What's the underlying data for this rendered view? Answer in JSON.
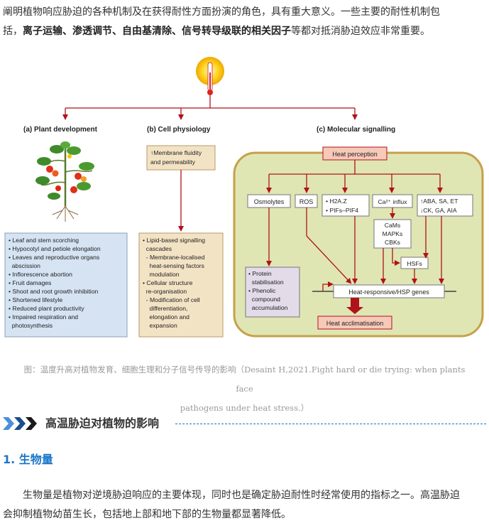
{
  "intro": {
    "line1": "阐明植物响应胁迫的各种机制及在获得耐性方面扮演的角色，具有重大意义。一些主要的耐性机制包",
    "line2_prefix": "括，",
    "line2_bold": "离子运输、渗透调节、自由基清除、信号转导级联的相关因子",
    "line2_suffix": "等都对抵消胁迫效应非常重要。"
  },
  "figure": {
    "panel_a_title": "(a) Plant development",
    "panel_b_title": "(b) Cell physiology",
    "panel_c_title": "(c) Molecular signalling",
    "plant_list": [
      "• Leaf and stem scorching",
      "• Hypocotyl and petiole elongation",
      "• Leaves and reproductive organs",
      "  abscission",
      "• Inflorescence abortion",
      "• Fruit damages",
      "• Shoot and root growth inhibition",
      "• Shortened lifestyle",
      "• Reduced plant productivity",
      "• Impaired respiration and",
      "  photosynthesis"
    ],
    "membrane_box": [
      "↑Membrane fluidity",
      "and permeability"
    ],
    "cell_list": [
      "• Lipid-based signalling",
      "  cascades",
      "  - Membrane-localised",
      "    heat-sensing factors",
      "    modulation",
      "• Cellular structure",
      "  re-organisation",
      "  - Modification of cell",
      "    differentiation,",
      "    elongation and",
      "    expansion"
    ],
    "heat_perception": "Heat perception",
    "osmolytes": "Osmolytes",
    "ros": "ROS",
    "h2az": [
      "• H2A.Z",
      "• PIFs–PIF4"
    ],
    "ca_influx": "Ca²⁺ influx",
    "hormones": [
      "↑ABA, SA, ET",
      "↓CK, GA, AIA"
    ],
    "cams": [
      "CaMs",
      "MAPKs",
      "CBKs"
    ],
    "hsfs": "HSFs",
    "protein_list": [
      "• Protein",
      "  stabilisation",
      "• Phenolic",
      "  compound",
      "  accumulation"
    ],
    "hsp_genes": "Heat-responsive/HSP genes",
    "heat_acclimatisation": "Heat acclimatisation"
  },
  "caption": {
    "line1": "图：温度升高对植物发育、细胞生理和分子信号传导的影响（Desaint H,2021.Fight hard or die trying: when plants face",
    "line2": "pathogens under heat stress.）"
  },
  "section": {
    "title": "高温胁迫对植物的影响"
  },
  "subsection": {
    "title": "1. 生物量"
  },
  "body": {
    "line1": "　　生物量是植物对逆境胁迫响应的主要体现，同时也是确定胁迫耐性时经常使用的指标之一。高温胁迫",
    "line2": "会抑制植物幼苗生长，包括地上部和地下部的生物量都显著降低。"
  },
  "colors": {
    "accent_blue": "#1976c8",
    "arrow_red": "#b0121b",
    "blue_box": "#d5e3f3",
    "tan_box": "#f3e3c5",
    "green_cell": "#dfe6b4",
    "perception_box": "#f7c9b8",
    "protein_box": "#e3dbe9"
  }
}
